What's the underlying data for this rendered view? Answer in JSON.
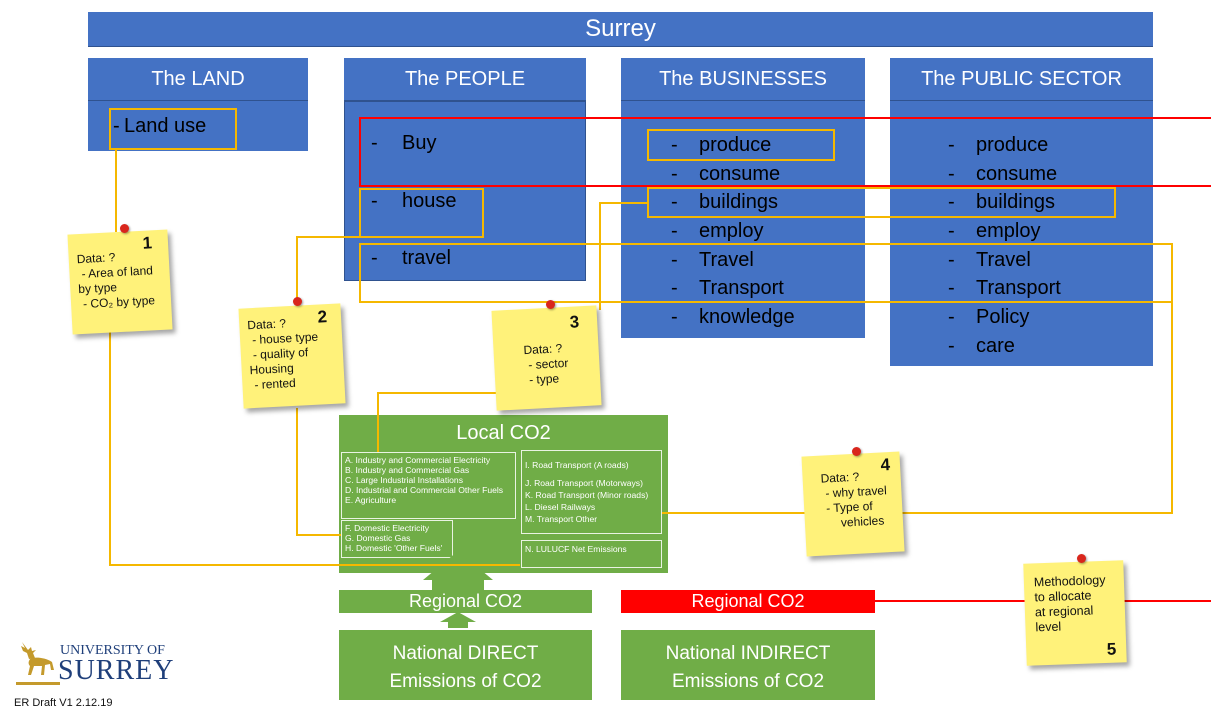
{
  "title": "Surrey",
  "sections": {
    "land": {
      "header": "The LAND",
      "item": "Land use"
    },
    "people": {
      "header": "The PEOPLE",
      "items": [
        "Buy",
        "house",
        "travel"
      ]
    },
    "businesses": {
      "header": "The BUSINESSES",
      "items": [
        "produce",
        "consume",
        "buildings",
        "employ",
        "Travel",
        "Transport",
        "knowledge"
      ]
    },
    "public": {
      "header": "The PUBLIC SECTOR",
      "items": [
        "produce",
        "consume",
        "buildings",
        "employ",
        "Travel",
        "Transport",
        "Policy",
        "care"
      ]
    }
  },
  "dash": "-",
  "notes": {
    "n1": {
      "number": "1",
      "lines": [
        "Data: ?",
        "  - Area of land",
        "by type",
        "  - CO₂ by type"
      ]
    },
    "n2": {
      "number": "2",
      "lines": [
        "Data: ?",
        "  - house type",
        "  - quality of",
        "Housing",
        "  - rented"
      ]
    },
    "n3": {
      "number": "3",
      "lines": [
        "Data: ?",
        "  - sector",
        "  - type"
      ]
    },
    "n4": {
      "number": "4",
      "lines": [
        "Data: ?",
        "  - why travel",
        "  - Type of",
        "vehicles"
      ]
    },
    "n5": {
      "number": "5",
      "lines": [
        "Methodology",
        "to allocate",
        "at regional",
        "level"
      ]
    }
  },
  "local_co2": {
    "title": "Local CO2",
    "group_a": [
      "A. Industry and Commercial Electricity",
      "B. Industry and Commercial Gas",
      "C. Large Industrial Installations",
      "D. Industrial and Commercial Other Fuels",
      "E. Agriculture"
    ],
    "group_f": [
      "F. Domestic Electricity",
      "G. Domestic Gas",
      "H. Domestic 'Other Fuels'"
    ],
    "group_i": [
      "I. Road Transport (A roads)",
      "J. Road Transport (Motorways)",
      "K. Road Transport (Minor roads)",
      "L. Diesel Railways",
      "M. Transport Other"
    ],
    "group_n": [
      "N. LULUCF Net Emissions"
    ]
  },
  "regional_direct": "Regional CO2",
  "regional_indirect": "Regional CO2",
  "national_direct": [
    "National DIRECT",
    "Emissions of CO2"
  ],
  "national_indirect": [
    "National INDIRECT",
    "Emissions of CO2"
  ],
  "logo": {
    "line1": "UNIVERSITY OF",
    "line2": "SURREY"
  },
  "footer": "ER Draft V1 2.12.19",
  "colors": {
    "blue": "#4472c4",
    "green": "#70ad47",
    "red": "#ff0000",
    "connector": "#f5b800",
    "note": "#fff27a"
  }
}
